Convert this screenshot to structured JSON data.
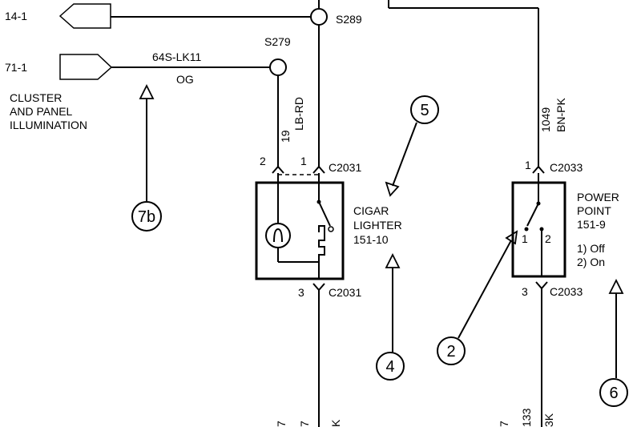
{
  "connectors": {
    "c14": {
      "id": "14-1"
    },
    "c71": {
      "id": "71-1",
      "desc_line1": "CLUSTER",
      "desc_line2": "AND PANEL",
      "desc_line3": "ILLUMINATION"
    }
  },
  "splices": {
    "s289": "S289",
    "s279": "S279"
  },
  "wires": {
    "w64": {
      "circuit": "64S-LK11",
      "color": "OG"
    },
    "w19": {
      "circuit": "19",
      "color": "LB-RD"
    },
    "w1049": {
      "circuit": "1049",
      "color": "BN-PK"
    },
    "bottom": {
      "a": "7",
      "b": "7",
      "c": "K",
      "d": "7",
      "e": "133",
      "f": "3K"
    }
  },
  "cigar_lighter": {
    "name_line1": "CIGAR",
    "name_line2": "LIGHTER",
    "ref": "151-10",
    "pin1": "1",
    "pin2": "2",
    "pin3": "3",
    "conn_top": "C2031",
    "conn_bottom": "C2031"
  },
  "power_point": {
    "name_line1": "POWER",
    "name_line2": "POINT",
    "ref": "151-9",
    "state1": "1) Off",
    "state2": "2) On",
    "pin1": "1",
    "pin3": "3",
    "pos1": "1",
    "pos2": "2",
    "conn_top": "C2033",
    "conn_bottom": "C2033"
  },
  "callouts": {
    "c5": "5",
    "c4": "4",
    "c7b": "7b",
    "c2": "2",
    "c6": "6"
  }
}
